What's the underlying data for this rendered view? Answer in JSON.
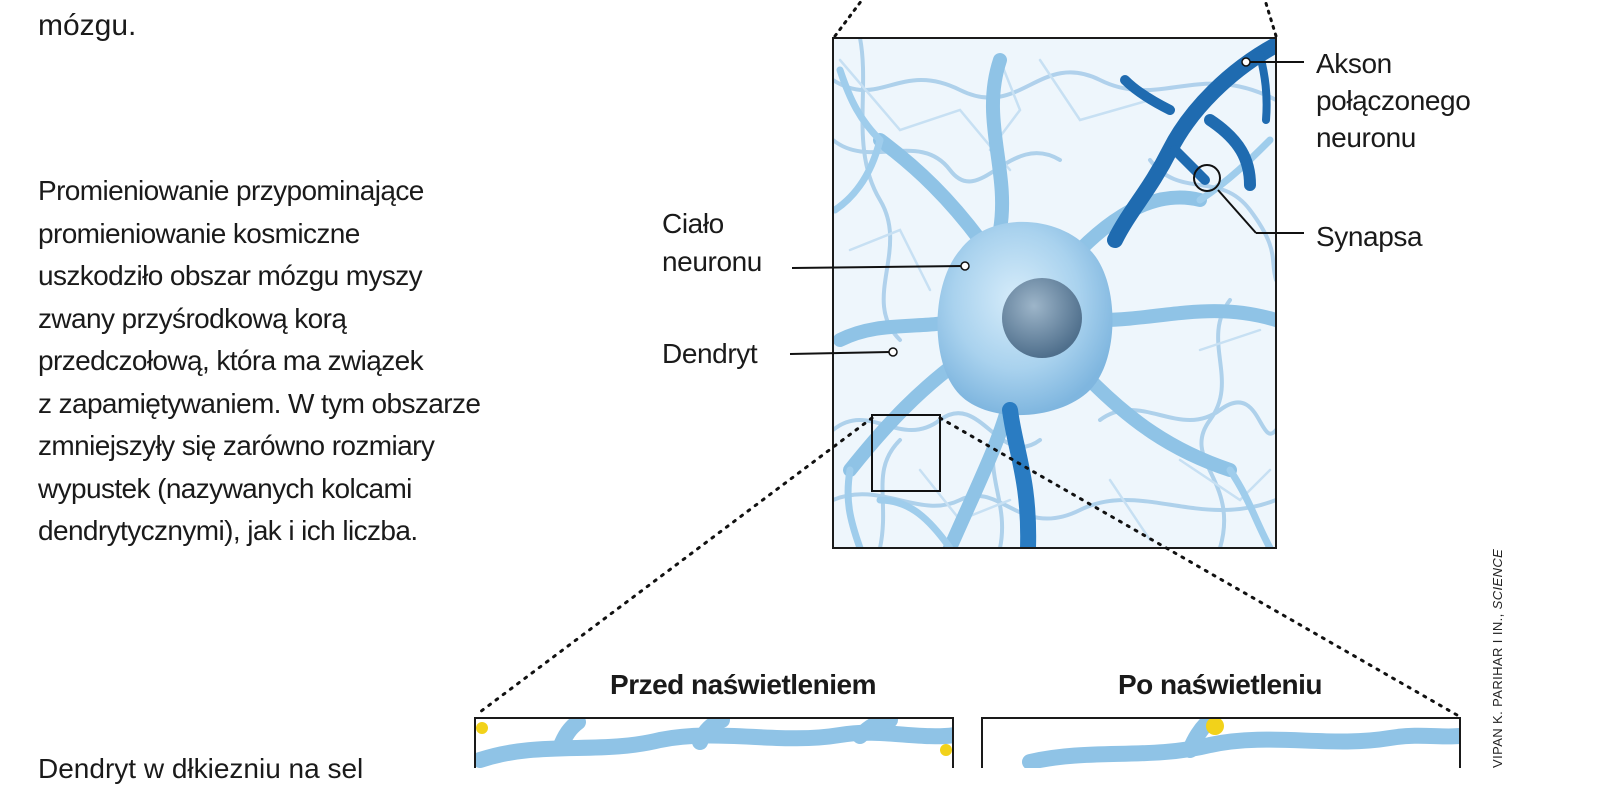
{
  "intro_tail": "mózgu.",
  "paragraph_lines": [
    "Promieniowanie przypominające",
    "promieniowanie kosmiczne",
    "uszkodziło obszar mózgu myszy",
    "zwany przyśrodkową korą",
    "przedczołową, która ma związek",
    "z zapamiętywaniem. W tym obszarze",
    "zmniejszyły się zarówno rozmiary",
    "wypustek (nazywanych kolcami",
    "dendrytycznymi), jak i ich liczba."
  ],
  "bottom_partial": "Dendryt w dłkiezniu na sel",
  "labels": {
    "cialo": [
      "Ciało",
      "neuronu"
    ],
    "dendryt": "Dendryt",
    "akson": [
      "Akson",
      "połączonego",
      "neuronu"
    ],
    "synapsa": "Synapsa"
  },
  "panels": {
    "before": "Przed naświetleniem",
    "after": "Po naświetleniu"
  },
  "credit": {
    "prefix": "VIPAN K. PARIHAR I IN., ",
    "journal": "SCIENCE"
  },
  "colors": {
    "text": "#1a1a1a",
    "dendrite": "#8fc3e6",
    "neuron_body": "#a9d2ee",
    "axon": "#1f6bb0",
    "nucleus": "#6b8aa4",
    "spine_highlight": "#f2d21a"
  }
}
